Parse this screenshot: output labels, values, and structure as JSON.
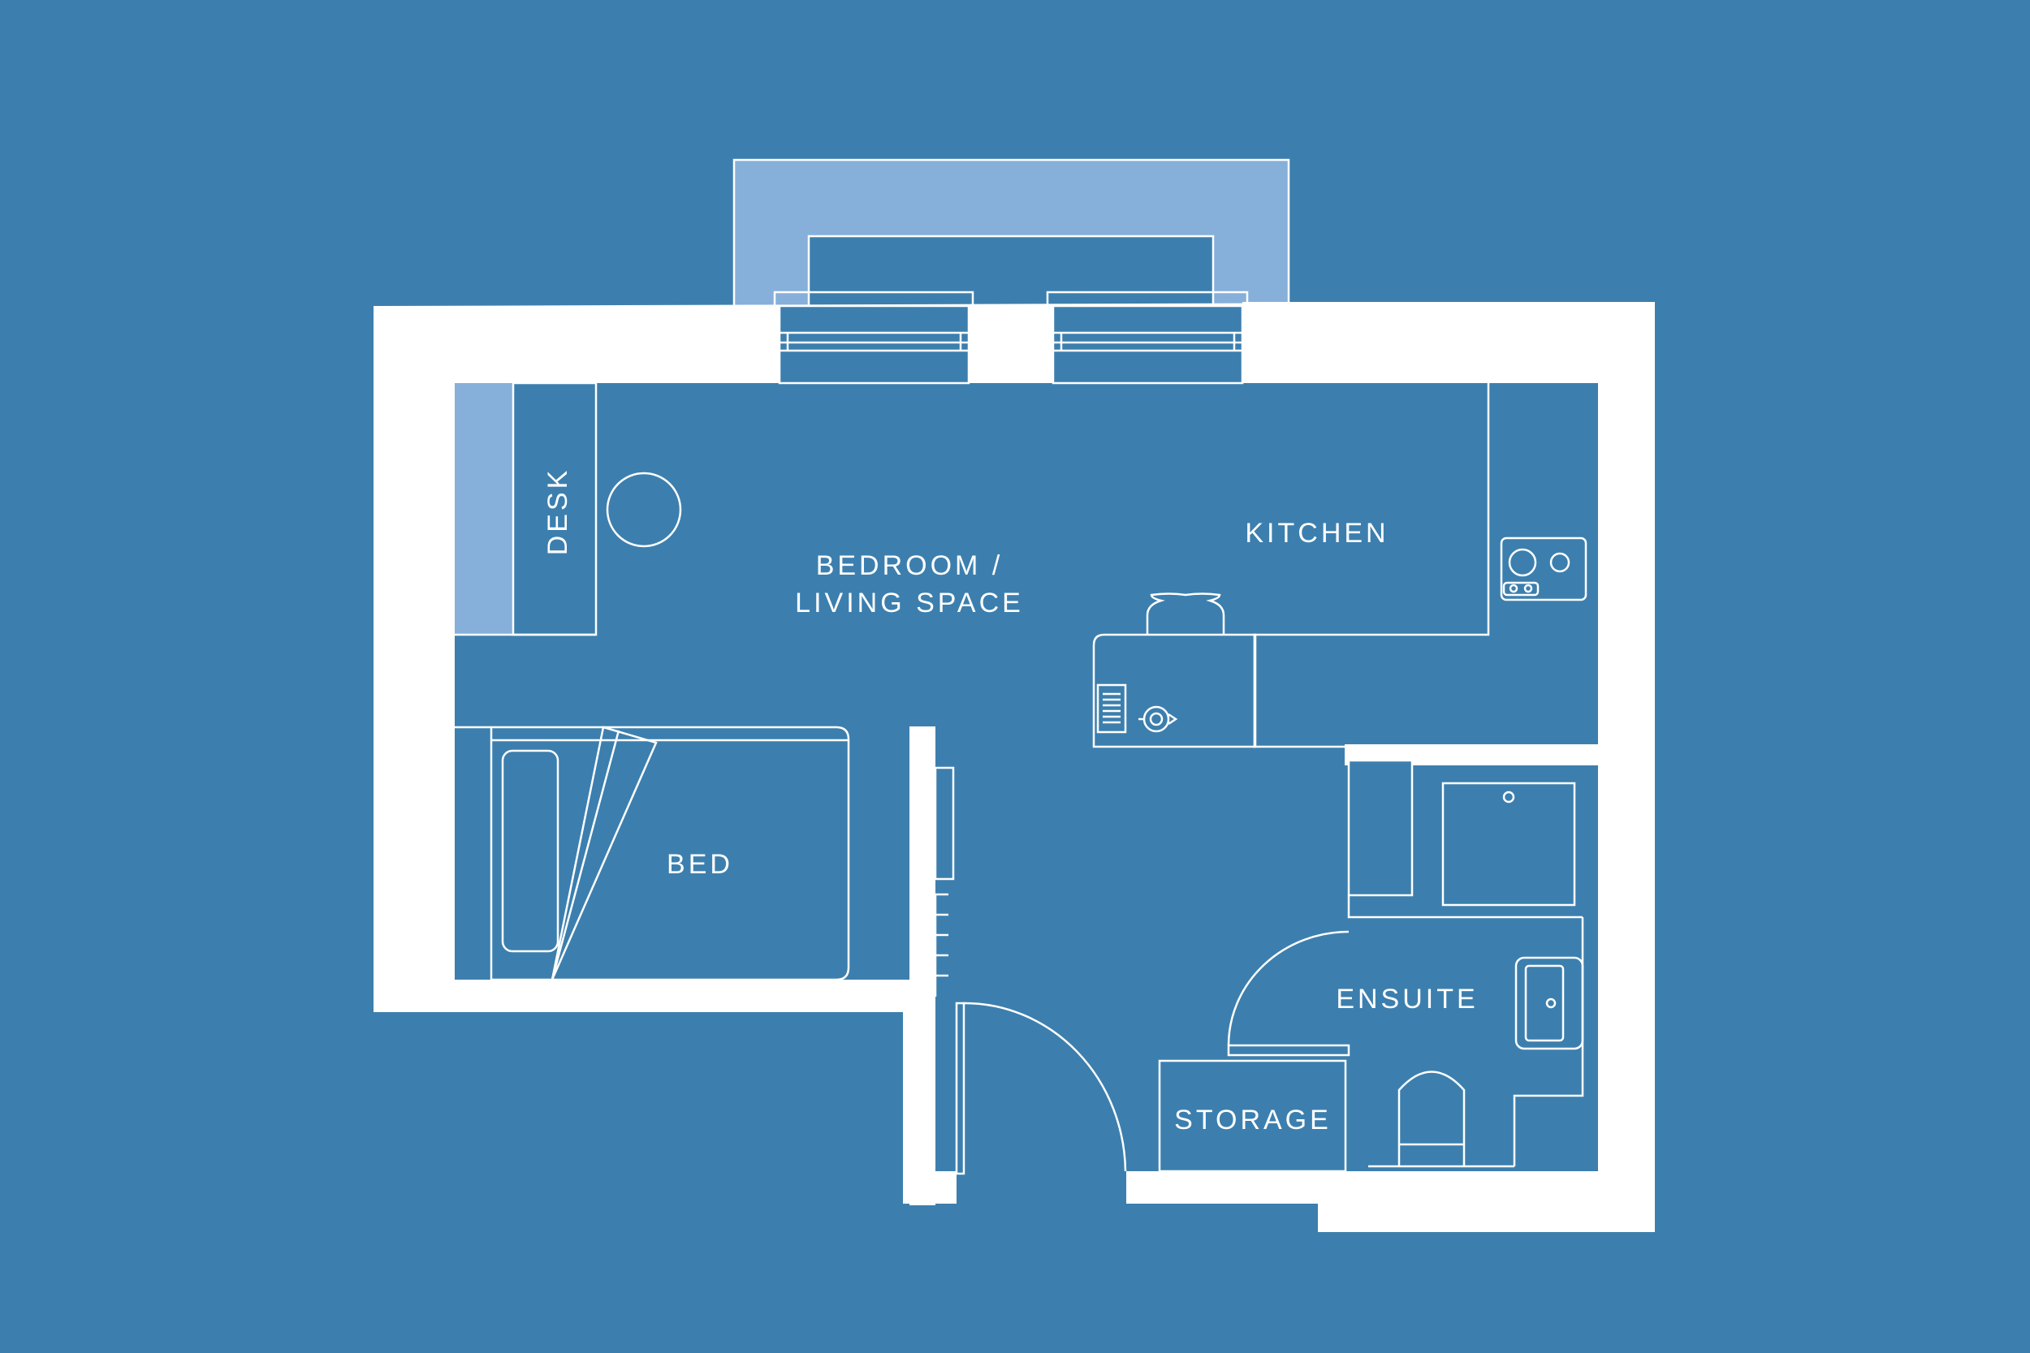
{
  "colors": {
    "background": "#3c7fae",
    "walls": "#ffffff",
    "highlight": "#86b0da",
    "lines": "#ffffff"
  },
  "rooms": {
    "desk": "DESK",
    "bedroom_line1": "BEDROOM /",
    "bedroom_line2": "LIVING SPACE",
    "kitchen": "KITCHEN",
    "bed": "BED",
    "ensuite": "ENSUITE",
    "storage": "STORAGE"
  },
  "icons": [
    "chair-icon",
    "kettle-icon",
    "hob-icon",
    "sink-icon",
    "microwave-icon",
    "shower-icon",
    "basin-icon",
    "toilet-icon",
    "door-swing-icon",
    "radiator-icon"
  ]
}
